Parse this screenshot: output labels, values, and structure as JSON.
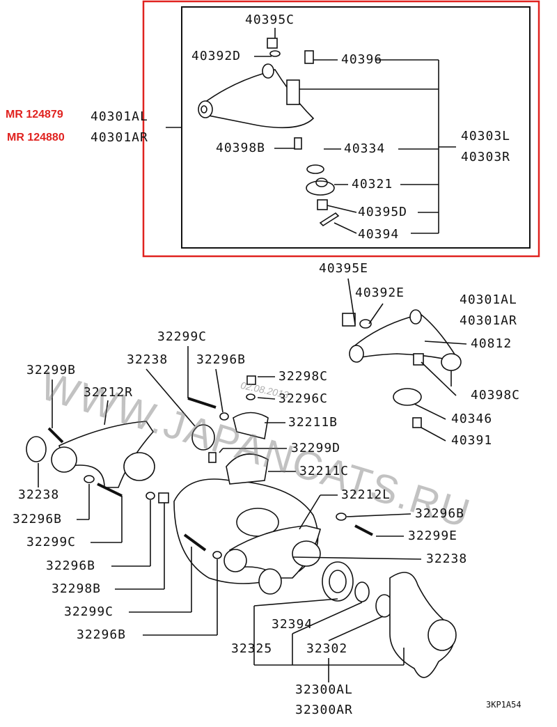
{
  "highlight_color": "#e0221f",
  "top_box": {
    "order_numbers": [
      "MR 124879",
      "MR 124880"
    ],
    "labels": {
      "l40395C": "40395C",
      "l40392D": "40392D",
      "l40396": "40396",
      "l40301AL": "40301AL",
      "l40301AR": "40301AR",
      "l40303L": "40303L",
      "l40303R": "40303R",
      "l40398B": "40398B",
      "l40334": "40334",
      "l40321": "40321",
      "l40395D": "40395D",
      "l40394": "40394"
    }
  },
  "upper_right": {
    "labels": {
      "l40395E": "40395E",
      "l40392E": "40392E",
      "l40301AL": "40301AL",
      "l40301AR": "40301AR",
      "l40812": "40812",
      "l40398C": "40398C",
      "l40346": "40346",
      "l40391": "40391"
    }
  },
  "lower": {
    "labels": {
      "a": "32299C",
      "b": "32238",
      "c": "32296B",
      "d": "32299B",
      "e": "32298C",
      "f": "32212R",
      "g": "32296C",
      "h": "32211B",
      "i": "32299D",
      "j": "32211C",
      "k": "32238",
      "l": "32212L",
      "m": "32296B",
      "n": "32296B",
      "o": "32299E",
      "p": "32299C",
      "q": "32296B",
      "r": "32238",
      "s": "32298B",
      "t": "32299C",
      "u": "32394",
      "v": "32296B",
      "w": "32325",
      "x": "32302",
      "y": "32300AL",
      "z": "32300AR"
    }
  },
  "watermark": "WWW.JAPANCATS.RU",
  "watermark_date": "02.08.2013",
  "figure_code": "3KP1A54"
}
